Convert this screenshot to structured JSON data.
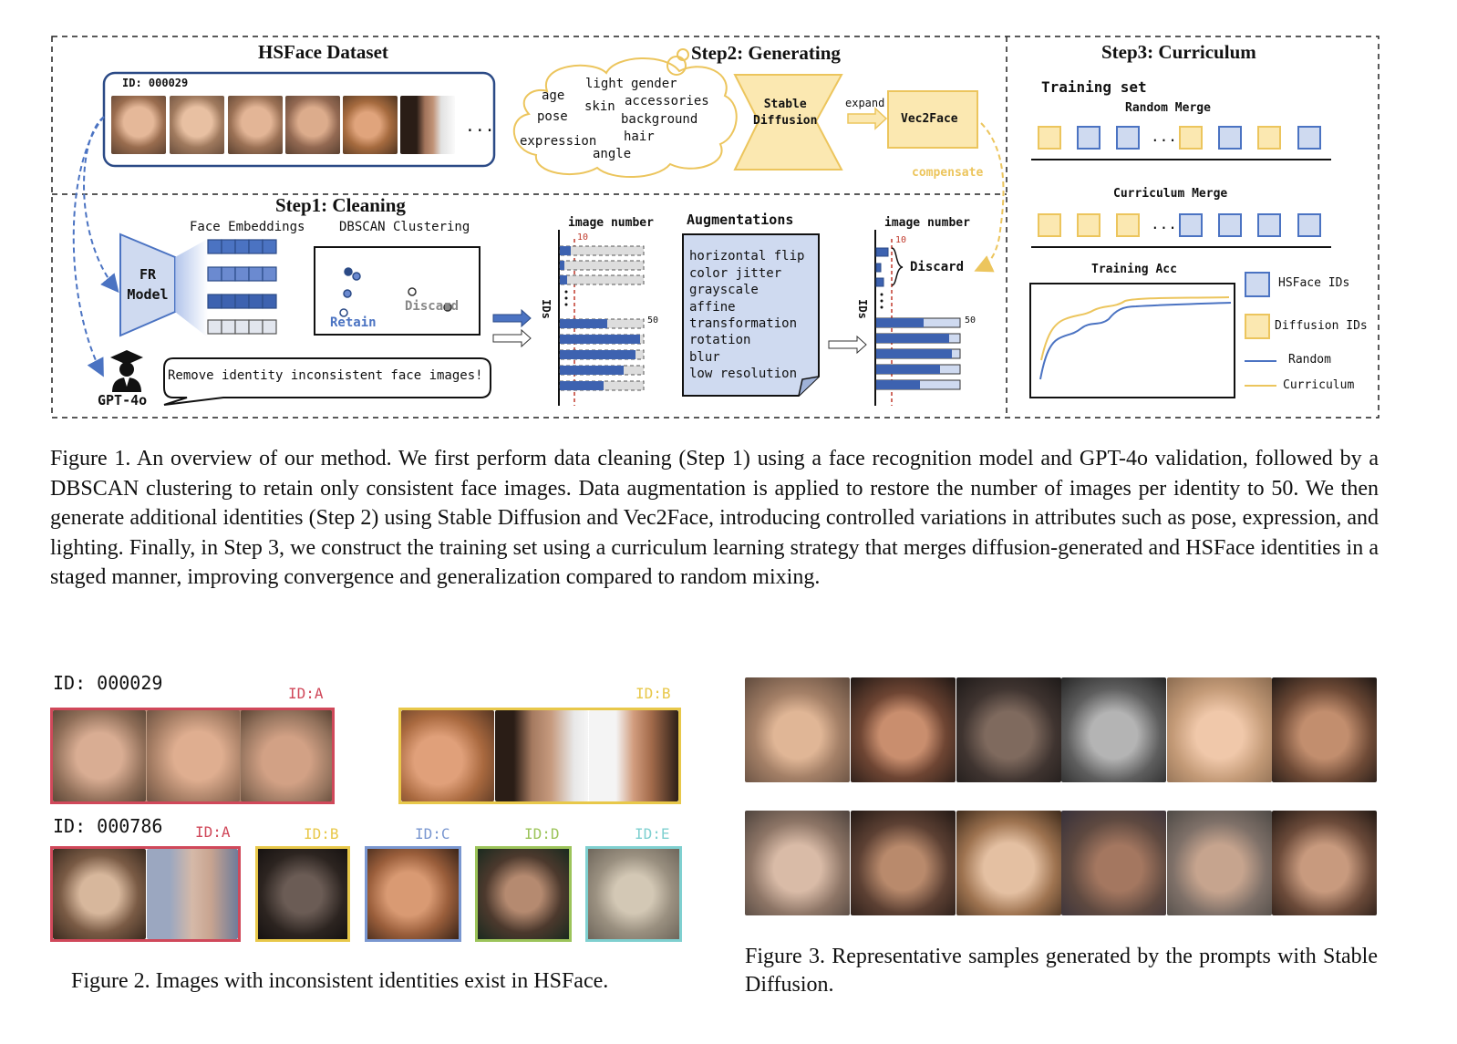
{
  "figure1": {
    "hsface_title": "HSFace Dataset",
    "hsface_id": "ID: 000029",
    "ellipsis": "...",
    "step2_title": "Step2: Generating",
    "cloud_words": [
      "light",
      "gender",
      "age",
      "skin",
      "accessories",
      "pose",
      "background",
      "hair",
      "expression",
      "angle"
    ],
    "stable_diffusion": "Stable\nDiffusion",
    "expand": "expand",
    "vec2face": "Vec2Face",
    "compensate": "compensate",
    "step1_title": "Step1: Cleaning",
    "face_embeddings": "Face Embeddings",
    "dbscan": "DBSCAN Clustering",
    "fr_model": "FR\nModel",
    "retain": "Retain",
    "discard": "Discard",
    "gpt": "GPT-4o",
    "gpt_message": "Remove identity inconsistent face images!",
    "image_number": "image number",
    "ids": "IDs",
    "tick_10": "10",
    "tick_50": "50",
    "augmentations_title": "Augmentations",
    "augmentations": [
      "horizontal flip",
      "color jitter",
      "grayscale",
      "affine",
      "transformation",
      "rotation",
      "blur",
      "low resolution"
    ],
    "step3_title": "Step3: Curriculum",
    "training_set": "Training set",
    "random_merge": "Random Merge",
    "curriculum_merge": "Curriculum Merge",
    "training_acc": "Training Acc",
    "legend": {
      "hsface": "HSFace IDs",
      "diffusion": "Diffusion IDs",
      "random": "Random",
      "curriculum": "Curriculum"
    },
    "colors": {
      "blue": "#4b73c2",
      "yellow": "#ecc55d",
      "red": "#c0392b"
    },
    "caption": "Figure 1.  An overview of our method.  We first perform data cleaning (Step 1) using a face recognition model and GPT-4o validation, followed by a DBSCAN clustering to retain only consistent face images.  Data augmentation is applied to restore the number of images per identity to 50.  We then generate additional identities (Step 2) using Stable Diffusion and Vec2Face, introducing controlled variations in attributes such as pose, expression, and lighting.  Finally, in Step 3, we construct the training set using a curriculum learning strategy that merges diffusion-generated and HSFace identities in a staged manner, improving convergence and generalization compared to random mixing."
  },
  "figure2": {
    "id1": "ID: 000029",
    "id2": "ID: 000786",
    "labels": {
      "a": "ID:A",
      "b": "ID:B",
      "c": "ID:C",
      "d": "ID:D",
      "e": "ID:E"
    },
    "label_colors": {
      "a": "#d0485a",
      "b": "#e8c84a",
      "c": "#7a97d0",
      "d": "#9cc45a",
      "e": "#7fd0d0"
    },
    "caption": "Figure 2. Images with inconsistent identities exist in HSFace."
  },
  "figure3": {
    "caption": "Figure 3.  Representative samples generated by the prompts with Stable Diffusion."
  }
}
